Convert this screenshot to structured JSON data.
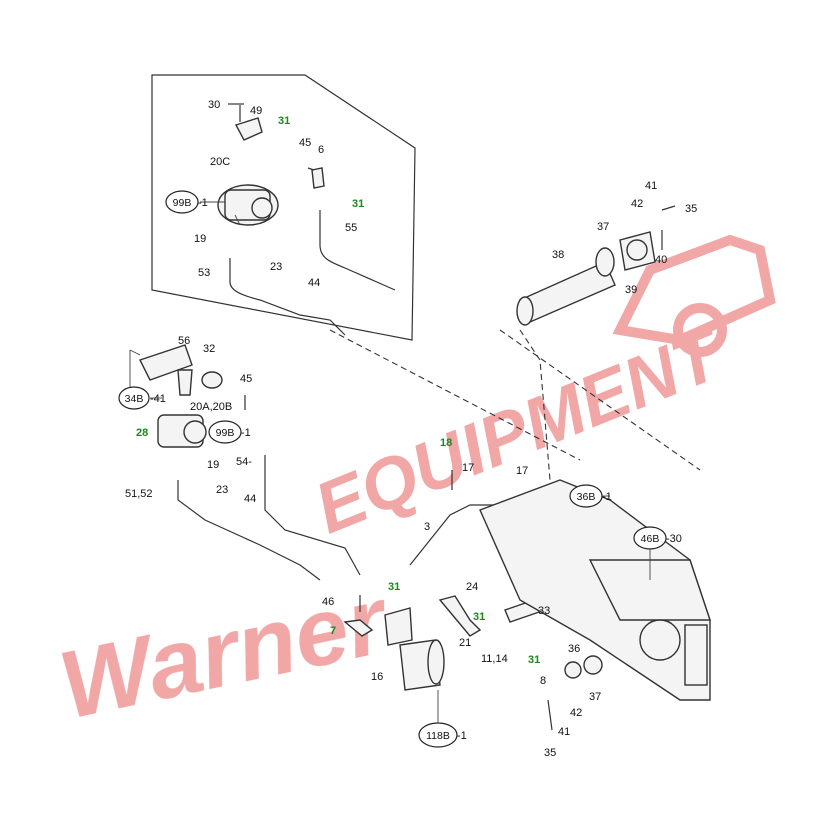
{
  "colors": {
    "callout_green": "#1a8a1a",
    "watermark_red": "#e86060"
  },
  "watermark": {
    "text_left": "Warner",
    "text_main": "EQUIPMENT"
  },
  "refs": {
    "r99b_top": "99B",
    "r34b": "34B",
    "r99b_mid": "99B",
    "r36b": "36B",
    "r46b": "46B",
    "r118b": "118B"
  },
  "callouts": {
    "c30": "30",
    "c49": "49",
    "c31a": "31",
    "c45a": "45",
    "c6": "6",
    "c20c": "20C",
    "c31b": "31",
    "c55": "55",
    "c19a": "19",
    "c44a": "44",
    "c53": "53",
    "c23a": "23",
    "c99b1a": "-1",
    "c41a": "41",
    "c42a": "42",
    "c35a": "35",
    "c37a": "37",
    "c38": "38",
    "c40": "40",
    "c39": "39",
    "c56": "56",
    "c32": "32",
    "c45b": "45",
    "c41b": "-41",
    "c20ab": "20A,20B",
    "c28": "28",
    "c99b1b": "-1",
    "c19b": "19",
    "c54": "54-",
    "c5152": "51,52",
    "c23b": "23",
    "c44b": "44",
    "c3": "3",
    "c18": "18",
    "c17a": "17",
    "c17b": "17",
    "c36b1": "-1",
    "c46b30": "-30",
    "c31c": "31",
    "c24": "24",
    "c46": "46",
    "c7": "7",
    "c31d": "31",
    "c33": "33",
    "c21": "21",
    "c16": "16",
    "c1114": "11,14",
    "c31e": "31",
    "c8": "8",
    "c36": "36",
    "c37b": "37",
    "c42b": "42",
    "c41c": "41",
    "c35b": "35",
    "c118b1": "-1"
  }
}
